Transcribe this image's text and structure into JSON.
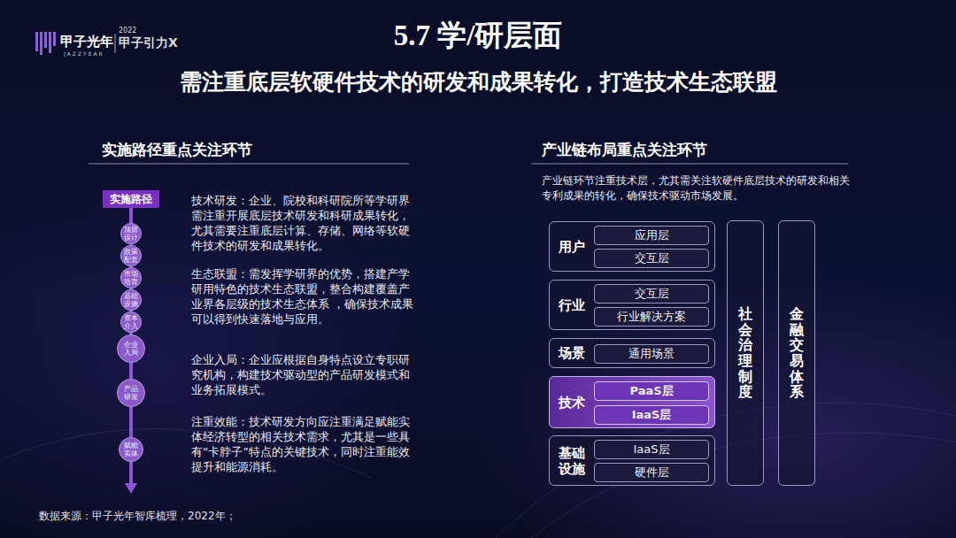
{
  "diagram": {
    "title": "5.7 学/研层面",
    "caption": "需注重底层软硬件技术的研发和成果转化，打造技术生态联盟",
    "nodes": [
      {
        "text": [
          "实施路径"
        ]
      },
      {
        "text": [
          "顶层设计"
        ]
      },
      {
        "text": [
          "政策配套"
        ]
      },
      {
        "text": [
          "市场培育"
        ]
      },
      {
        "text": [
          "基础设施"
        ]
      },
      {
        "text": [
          "资本介入"
        ]
      },
      {
        "text": [
          "企业入局"
        ]
      },
      {
        "text": [
          "产品研发"
        ]
      },
      {
        "text": [
          "赋能实体"
        ]
      },
      {
        "text": [
          "用户"
        ]
      },
      {
        "text": [
          "应用层"
        ],
        "in": 9
      },
      {
        "text": [
          "交互层"
        ],
        "in": 9
      },
      {
        "text": [
          "行业"
        ]
      },
      {
        "text": [
          "交互层"
        ],
        "in": 12
      },
      {
        "text": [
          "行业解决方案"
        ],
        "in": 12
      },
      {
        "text": [
          "场景"
        ]
      },
      {
        "text": [
          "通用场景"
        ],
        "in": 15
      },
      {
        "text": [
          "技术"
        ]
      },
      {
        "text": [
          "PaaS层"
        ],
        "in": 17
      },
      {
        "text": [
          "IaaS层"
        ],
        "in": 17
      },
      {
        "text": [
          "基础设施"
        ]
      },
      {
        "text": [
          "IaaS层"
        ],
        "in": 20
      },
      {
        "text": [
          "硬件层"
        ],
        "in": 20
      },
      {
        "text": [
          "社会治理制度"
        ]
      },
      {
        "text": [
          "金融交易体系"
        ]
      }
    ],
    "edges": [
      {
        "from": 0,
        "to": 1,
        "arrow": "none"
      },
      {
        "from": 1,
        "to": 2,
        "arrow": "none"
      },
      {
        "from": 2,
        "to": 3,
        "arrow": "none"
      },
      {
        "from": 3,
        "to": 4,
        "arrow": "none"
      },
      {
        "from": 4,
        "to": 5,
        "arrow": "none"
      },
      {
        "from": 5,
        "to": 6,
        "arrow": "none"
      },
      {
        "from": 6,
        "to": 7,
        "arrow": "none"
      },
      {
        "from": 7,
        "to": 8,
        "arrow": "none"
      }
    ],
    "labels": [
      "甲子光年",
      "JAZZYEAR",
      "2022",
      "甲子引力X",
      "实施路径重点关注环节",
      "产业链布局重点关注环节",
      "技术研发：企业、院校和科研院所等学研界需注重开展底层技术研发和科研成果转化，尤其需要注重底层计算、存储、网络等软硬件技术的研发和成果转化。",
      "生态联盟：需发挥学研界的优势，搭建产学研用特色的技术生态联盟，整合构建覆盖产业界各层级的技术生态体系 ，确保技术成果可以得到快速落地与应用。",
      "企业入局：企业应根据自身特点设立专职研究机构，构建技术驱动型的产品研发模式和业务拓展模式。",
      "注重效能：技术研发方向应注重满足赋能实体经济转型的相关技术需求，尤其是一些具有“卡脖子”特点的关键技术，同时注重能效提升和能源消耗。",
      "产业链环节注重技术层，尤其需关注软硬件底层技术的研发和相关专利成果的转化，确保技术驱动市场发展。",
      "数据来源：甲子光年智库梳理，2022年；"
    ]
  }
}
